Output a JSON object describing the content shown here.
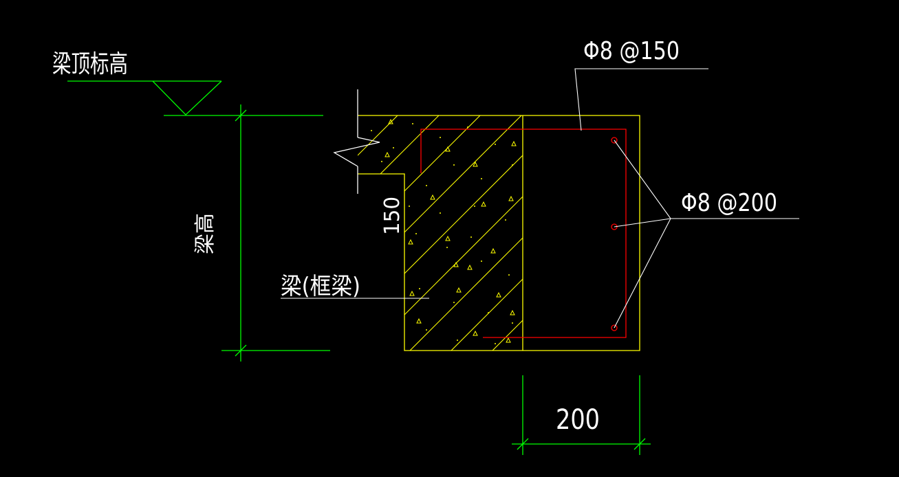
{
  "colors": {
    "background": "#000000",
    "dimension": "#00ff00",
    "concrete_outline": "#ffff00",
    "hatch": "#ffff00",
    "rebar": "#ff0000",
    "leader": "#ffffff",
    "text": "#ffffff"
  },
  "labels": {
    "beam_top_elevation": "梁顶标高",
    "beam_height": "梁高",
    "slab_thickness": "150",
    "beam_name": "梁(框梁)",
    "stirrup": "Φ8 @150",
    "longitudinal_bar": "Φ8 @200",
    "width_dimension": "200"
  }
}
